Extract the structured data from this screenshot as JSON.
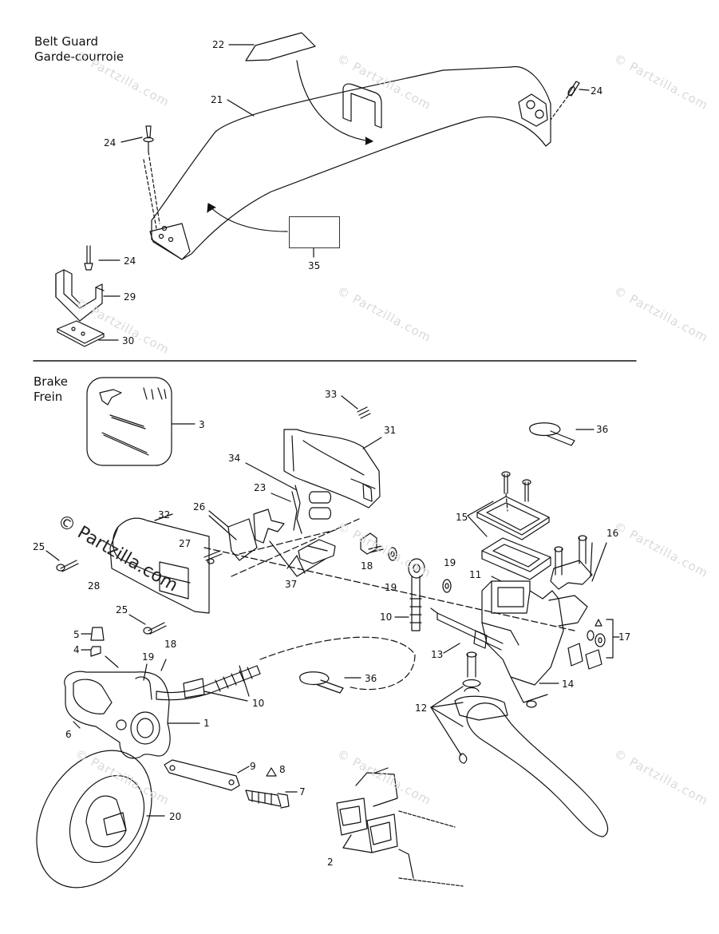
{
  "sections": {
    "belt_guard": {
      "title_en": "Belt Guard",
      "title_fr": "Garde-courroie"
    },
    "brake": {
      "title_en": "Brake",
      "title_fr": "Frein"
    }
  },
  "watermark": {
    "text": "Partzilla.com",
    "copyright": "©"
  },
  "callouts": [
    {
      "id": "c22",
      "text": "22"
    },
    {
      "id": "c21",
      "text": "21"
    },
    {
      "id": "c24a",
      "text": "24"
    },
    {
      "id": "c24b",
      "text": "24"
    },
    {
      "id": "c24c",
      "text": "24"
    },
    {
      "id": "c35",
      "text": "35"
    },
    {
      "id": "c29",
      "text": "29"
    },
    {
      "id": "c30",
      "text": "30"
    },
    {
      "id": "c3",
      "text": "3"
    },
    {
      "id": "c33",
      "text": "33"
    },
    {
      "id": "c31",
      "text": "31"
    },
    {
      "id": "c36a",
      "text": "36"
    },
    {
      "id": "c34",
      "text": "34"
    },
    {
      "id": "c23",
      "text": "23"
    },
    {
      "id": "c26",
      "text": "26"
    },
    {
      "id": "c32",
      "text": "32"
    },
    {
      "id": "c27",
      "text": "27"
    },
    {
      "id": "c25a",
      "text": "25"
    },
    {
      "id": "c28",
      "text": "28"
    },
    {
      "id": "c37",
      "text": "37"
    },
    {
      "id": "c18a",
      "text": "18"
    },
    {
      "id": "c19a",
      "text": "19"
    },
    {
      "id": "c19b",
      "text": "19"
    },
    {
      "id": "c15",
      "text": "15"
    },
    {
      "id": "c16",
      "text": "16"
    },
    {
      "id": "c11",
      "text": "11"
    },
    {
      "id": "c17",
      "text": "17"
    },
    {
      "id": "c10a",
      "text": "10"
    },
    {
      "id": "c25b",
      "text": "25"
    },
    {
      "id": "c13",
      "text": "13"
    },
    {
      "id": "c5",
      "text": "5"
    },
    {
      "id": "c4",
      "text": "4"
    },
    {
      "id": "c18b",
      "text": "18"
    },
    {
      "id": "c19c",
      "text": "19"
    },
    {
      "id": "c14",
      "text": "14"
    },
    {
      "id": "c36b",
      "text": "36"
    },
    {
      "id": "c12",
      "text": "12"
    },
    {
      "id": "c10b",
      "text": "10"
    },
    {
      "id": "c1",
      "text": "1"
    },
    {
      "id": "c6",
      "text": "6"
    },
    {
      "id": "c9",
      "text": "9"
    },
    {
      "id": "c8",
      "text": "8"
    },
    {
      "id": "c7",
      "text": "7"
    },
    {
      "id": "c20",
      "text": "20"
    },
    {
      "id": "c2",
      "text": "2"
    }
  ]
}
